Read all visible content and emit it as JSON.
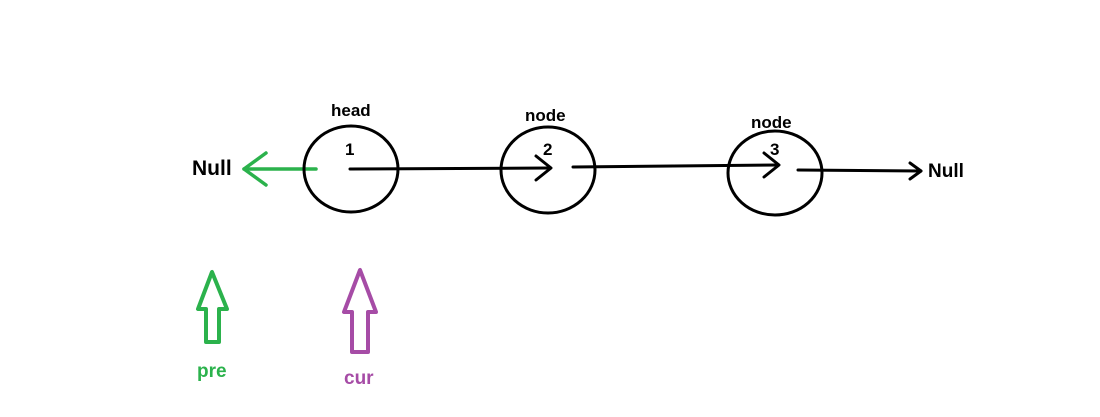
{
  "diagram": {
    "colors": {
      "ink": "#000000",
      "pre": "#2bb24c",
      "cur": "#a64ca6",
      "background": "#ffffff"
    },
    "null_left": "Null",
    "null_right": "Null",
    "nodes": [
      {
        "caption": "head",
        "value": "1"
      },
      {
        "caption": "node",
        "value": "2"
      },
      {
        "caption": "node",
        "value": "3"
      }
    ],
    "pointers": {
      "pre": {
        "label": "pre"
      },
      "cur": {
        "label": "cur"
      }
    }
  }
}
